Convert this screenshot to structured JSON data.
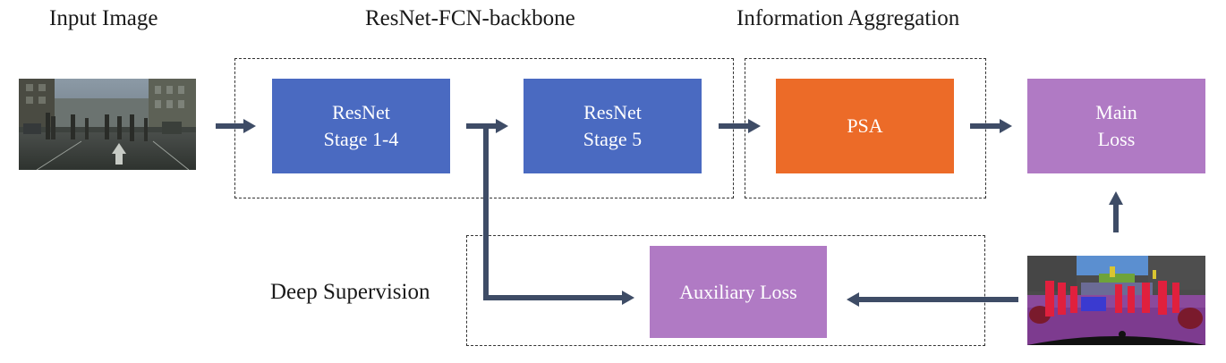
{
  "labels": {
    "input_image": "Input Image",
    "backbone": "ResNet-FCN-backbone",
    "aggregation": "Information Aggregation",
    "deep_supervision": "Deep Supervision"
  },
  "boxes": {
    "resnet_stage_1_4": {
      "line1": "ResNet",
      "line2": "Stage 1-4"
    },
    "resnet_stage_5": {
      "line1": "ResNet",
      "line2": "Stage 5"
    },
    "psa": {
      "line1": "PSA"
    },
    "main_loss": {
      "line1": "Main",
      "line2": "Loss"
    },
    "auxiliary_loss": {
      "line1": "Auxiliary Loss"
    }
  },
  "colors": {
    "resnet_blue": "#4a6ac1",
    "psa_orange": "#ec6b28",
    "loss_purple": "#b07ac4",
    "arrow": "#3e4c66"
  },
  "images": {
    "input": "street-scene-photo",
    "ground_truth": "segmentation-map"
  }
}
